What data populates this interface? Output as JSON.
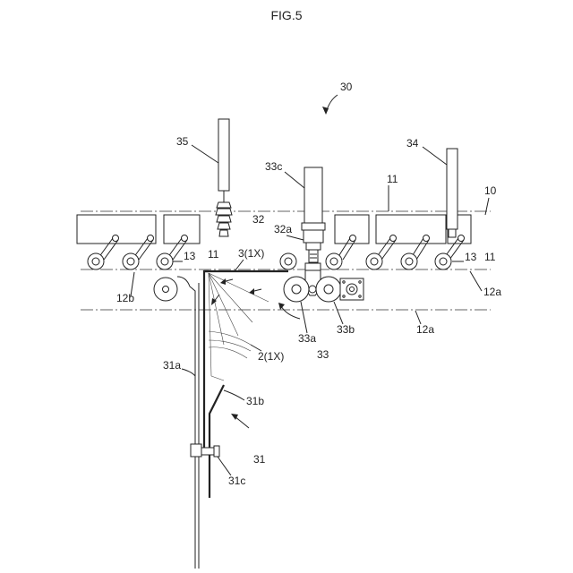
{
  "figure": {
    "title": "FIG.5"
  },
  "labels": {
    "l30": "30",
    "l35": "35",
    "l34": "34",
    "l33c": "33c",
    "l11_top": "11",
    "l10": "10",
    "l32": "32",
    "l32a": "32a",
    "l3_1x": "3(1X)",
    "l11_left": "11",
    "l13_left": "13",
    "l13_right": "13",
    "l11_right": "11",
    "l12b": "12b",
    "l12a_upper": "12a",
    "l12a_lower": "12a",
    "l33a": "33a",
    "l33b": "33b",
    "l33": "33",
    "l2_1x": "2(1X)",
    "l31a": "31a",
    "l31b": "31b",
    "l31": "31",
    "l31c": "31c"
  }
}
